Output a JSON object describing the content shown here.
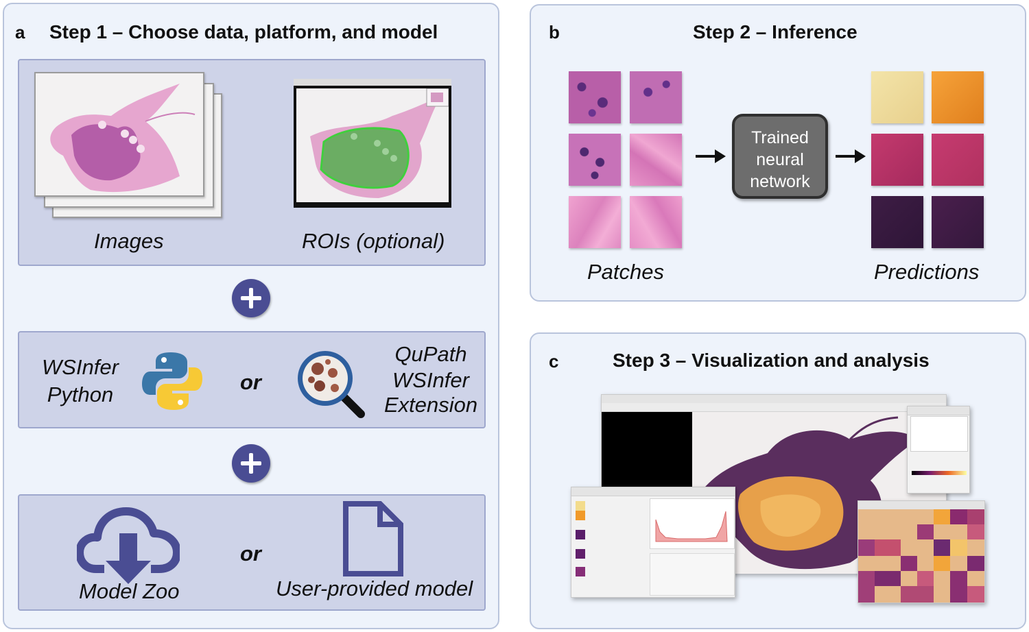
{
  "panel_a": {
    "letter": "a",
    "title": "Step 1 – Choose data, platform, and model",
    "images_label": "Images",
    "rois_label": "ROIs (optional)",
    "platform_python_label": "WSInfer Python",
    "or_label": "or",
    "qupath_line1": "QuPath",
    "qupath_line2": "WSInfer",
    "qupath_line3": "Extension",
    "model_zoo_label": "Model Zoo",
    "user_model_label": "User-provided model"
  },
  "panel_b": {
    "letter": "b",
    "title": "Step 2 – Inference",
    "patches_label": "Patches",
    "network_label": "Trained neural network",
    "predictions_label": "Predictions"
  },
  "panel_c": {
    "letter": "c",
    "title": "Step 3 – Visualization and analysis"
  },
  "colors": {
    "panel_bg": "#eef3fb",
    "subpanel_bg": "#ced3e8",
    "icon_purple": "#4a4d93",
    "tissue_pink": "#d77fb4",
    "roi_green": "#3fcf3f"
  }
}
